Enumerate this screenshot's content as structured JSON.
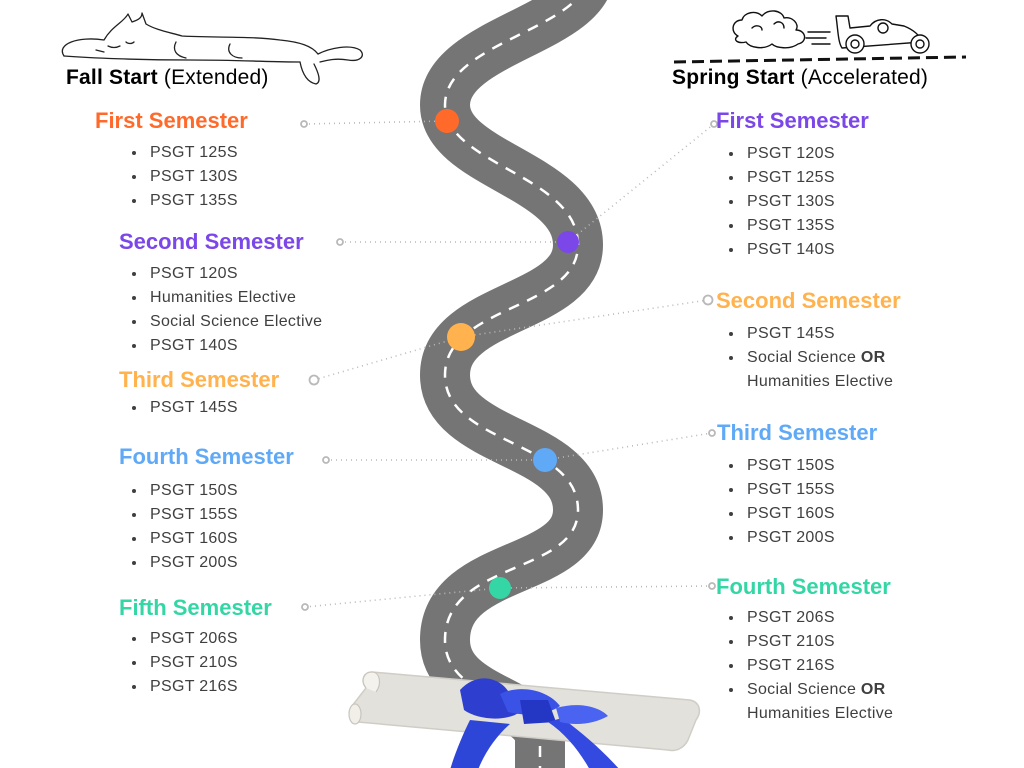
{
  "colors": {
    "orange": "#ff6a2b",
    "purple": "#7b47e8",
    "yellow": "#ffb24d",
    "blue": "#60a9f6",
    "teal": "#34d6a6",
    "road": "#757575"
  },
  "fall": {
    "heading_bold": "Fall Start",
    "heading_paren": "(Extended)",
    "semesters": [
      {
        "title": "First Semester",
        "color": "#ff6a2b",
        "courses": [
          "PSGT 125S",
          "PSGT 130S",
          "PSGT 135S"
        ]
      },
      {
        "title": "Second Semester",
        "color": "#7b47e8",
        "courses": [
          "PSGT 120S",
          "Humanities Elective",
          "Social Science Elective",
          "PSGT 140S"
        ]
      },
      {
        "title": "Third Semester",
        "color": "#ffb24d",
        "courses": [
          "PSGT 145S"
        ]
      },
      {
        "title": "Fourth Semester",
        "color": "#60a9f6",
        "courses": [
          "PSGT 150S",
          "PSGT 155S",
          "PSGT 160S",
          "PSGT 200S"
        ]
      },
      {
        "title": "Fifth Semester",
        "color": "#34d6a6",
        "courses": [
          "PSGT 206S",
          "PSGT 210S",
          "PSGT 216S"
        ]
      }
    ]
  },
  "spring": {
    "heading_bold": "Spring Start",
    "heading_paren": "(Accelerated)",
    "or_word": "OR",
    "semesters": [
      {
        "title": "First Semester",
        "color": "#7b47e8",
        "courses": [
          "PSGT 120S",
          "PSGT 125S",
          "PSGT 130S",
          "PSGT 135S",
          "PSGT 140S"
        ]
      },
      {
        "title": "Second Semester",
        "color": "#ffb24d",
        "courses": [
          "PSGT 145S",
          "Social Science",
          "Humanities Elective"
        ]
      },
      {
        "title": "Third Semester",
        "color": "#60a9f6",
        "courses": [
          "PSGT 150S",
          "PSGT 155S",
          "PSGT 160S",
          "PSGT 200S"
        ]
      },
      {
        "title": "Fourth Semester",
        "color": "#34d6a6",
        "courses": [
          "PSGT 206S",
          "PSGT 210S",
          "PSGT 216S",
          "Social Science",
          "Humanities Elective"
        ]
      }
    ]
  },
  "icons": {
    "fall": "sleeping-cat-icon",
    "spring": "race-car-icon",
    "finish": "diploma-scroll-icon"
  }
}
